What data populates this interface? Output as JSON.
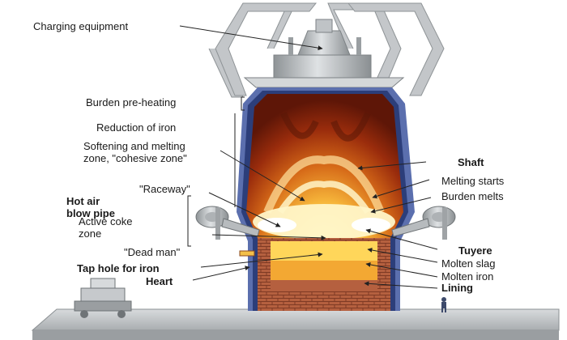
{
  "labels": {
    "charging_equipment": "Charging equipment",
    "burden_preheating": "Burden pre-heating",
    "reduction_of_iron": "Reduction of iron",
    "softening_line1": "Softening and melting",
    "softening_line2": "zone, \"cohesive zone\"",
    "raceway": "\"Raceway\"",
    "hot_air_line1": "Hot air",
    "hot_air_line2": "blow pipe",
    "active_coke_line1": "Active coke",
    "active_coke_line2": "zone",
    "dead_man": "\"Dead man\"",
    "tap_hole": "Tap hole for iron",
    "heart": "Heart",
    "shaft": "Shaft",
    "melting_starts": "Melting starts",
    "burden_melts": "Burden melts",
    "tuyere": "Tuyere",
    "molten_slag": "Molten slag",
    "molten_iron": "Molten iron",
    "lining": "Lining"
  },
  "colors": {
    "frame_grey": "#b5b9bc",
    "shell_blue": "#4a66a8",
    "hot_core": "#fff3b0",
    "burden_dark": "#6b1a0c",
    "brick": "#b2583a",
    "ground": "#c9cdd0"
  }
}
